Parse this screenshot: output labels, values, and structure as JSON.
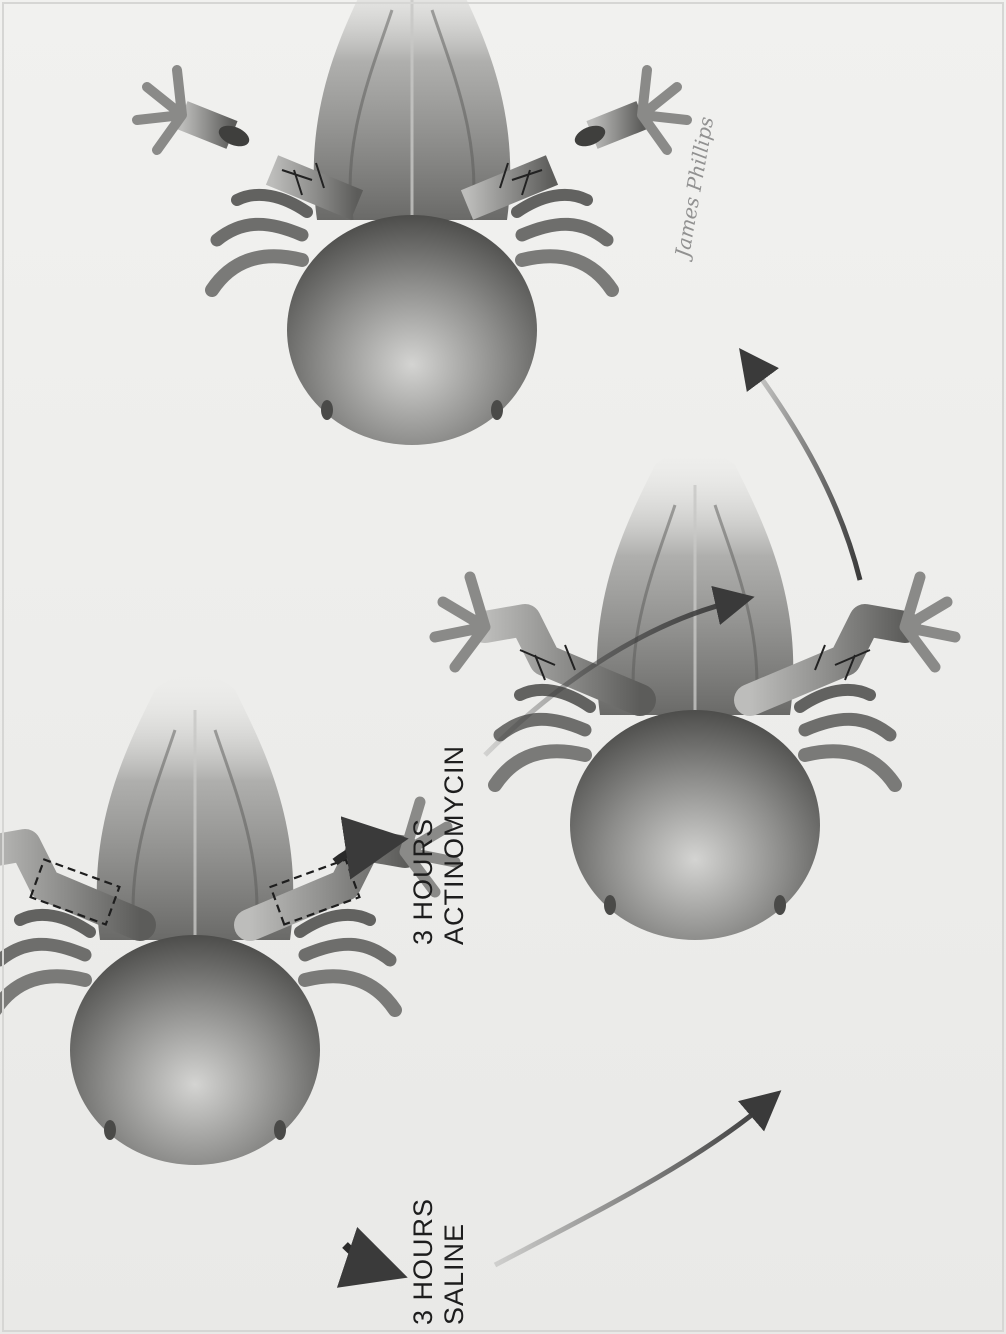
{
  "labels": {
    "saline": {
      "line1": "3 HOURS",
      "line2": "SALINE"
    },
    "actinomycin": {
      "line1": "3 HOURS",
      "line2": "ACTINOMYCIN"
    }
  },
  "signature": "James Phillips",
  "colors": {
    "background": "#ededeb",
    "ink": "#1d1d1d",
    "arrow": "#3a3a3a"
  },
  "panels": [
    {
      "name": "axolotl-original",
      "state": "both forelimbs intact, amputation planes marked with dashed lines"
    },
    {
      "name": "axolotl-saline-regenerated",
      "state": "limbs regenerated after saline treatment"
    },
    {
      "name": "axolotl-actinomycin-amputated",
      "state": "forelimbs amputated, blastema unformed"
    }
  ]
}
